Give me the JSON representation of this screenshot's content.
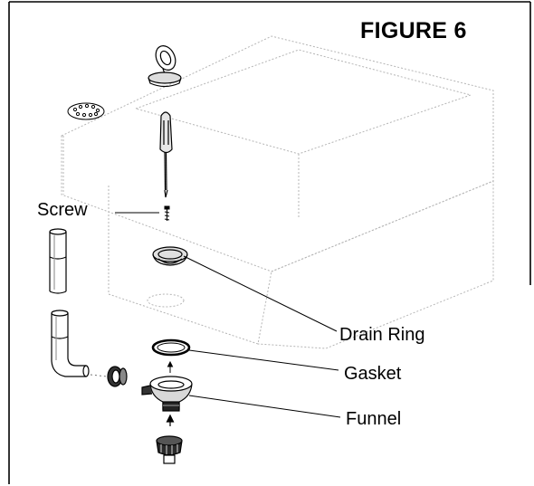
{
  "figure": {
    "title": "FIGURE 6"
  },
  "labels": {
    "screw": "Screw",
    "drain_ring": "Drain Ring",
    "gasket": "Gasket",
    "funnel": "Funnel"
  },
  "colors": {
    "line": "#000000",
    "sketch": "#9a9a9a",
    "background": "#ffffff"
  }
}
